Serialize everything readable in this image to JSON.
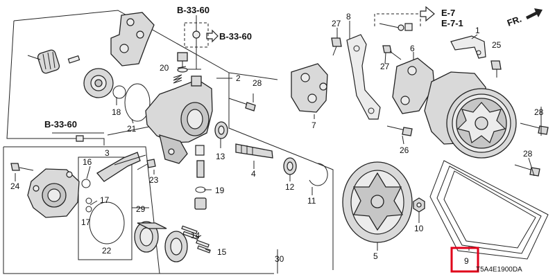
{
  "diagram": {
    "diagram_code": "T5A4E1900DA",
    "front_indicator": "FR.",
    "references": {
      "top_left": "B-33-60",
      "top_middle": "B-33-60",
      "left": "B-33-60",
      "right_a": "E-7",
      "right_b": "E-7-1"
    },
    "callouts": [
      "1",
      "2",
      "3",
      "4",
      "5",
      "6",
      "7",
      "8",
      "9",
      "10",
      "11",
      "12",
      "13",
      "14",
      "15",
      "16",
      "17",
      "17",
      "18",
      "19",
      "20",
      "21",
      "22",
      "23",
      "24",
      "25",
      "26",
      "27",
      "27",
      "28",
      "28",
      "28",
      "29",
      "30"
    ],
    "highlighted_callout": "9",
    "highlight_color": "#e0001a"
  }
}
